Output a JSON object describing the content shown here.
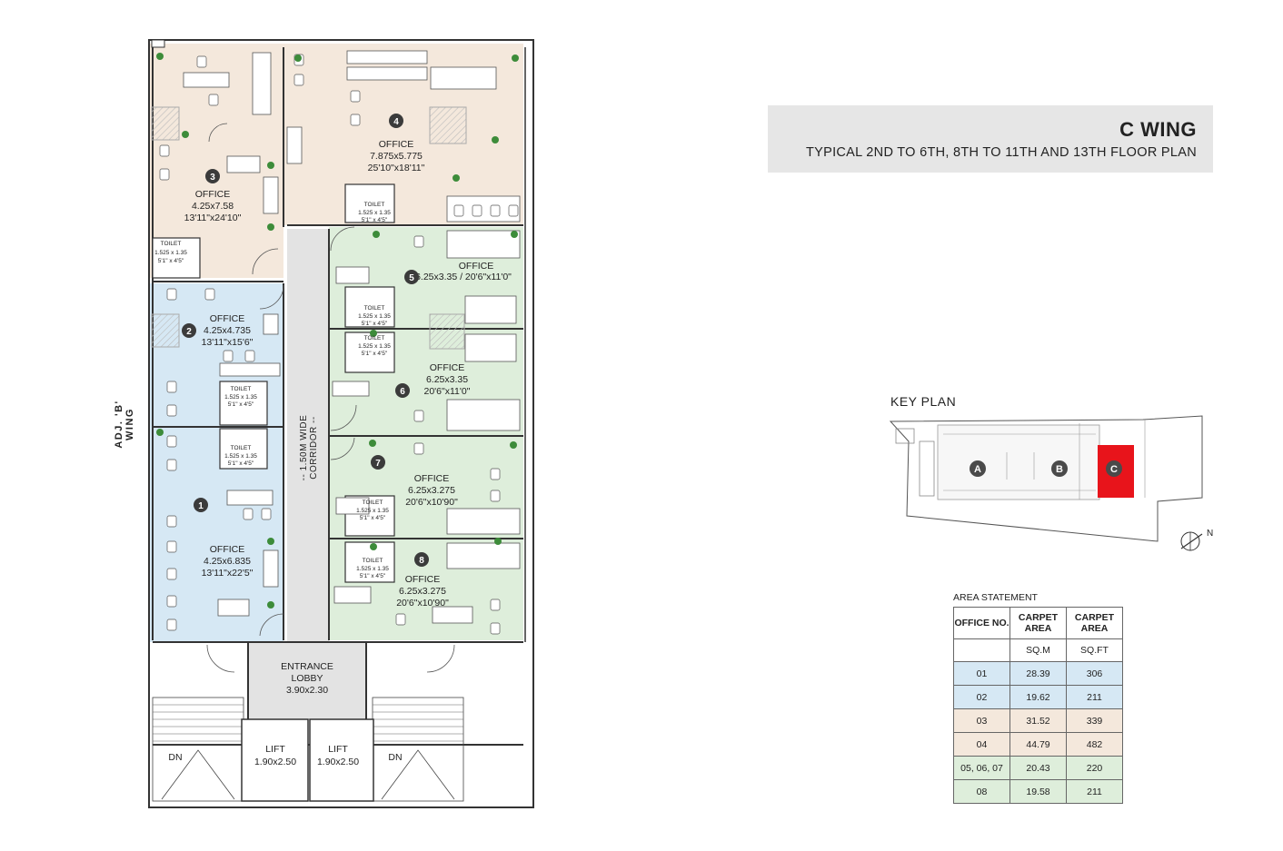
{
  "title": {
    "main": "C WING",
    "sub": "TYPICAL 2ND TO 6TH, 8TH TO 11TH AND 13TH FLOOR PLAN"
  },
  "side_label": "ADJ. 'B' WING",
  "corridor_label": "-- 1.50M WIDE CORRIDOR --",
  "colors": {
    "blue": "#d6e8f4",
    "beige": "#f4e8dc",
    "green": "#deeedb",
    "corridor": "#e3e3e3",
    "highlight": "#e8141b",
    "badge": "#3b3b3b"
  },
  "offices": [
    {
      "num": "1",
      "label": "OFFICE",
      "dims": "4.25x6.835",
      "imperial": "13'11\"x22'5\""
    },
    {
      "num": "2",
      "label": "OFFICE",
      "dims": "4.25x4.735",
      "imperial": "13'11\"x15'6\""
    },
    {
      "num": "3",
      "label": "OFFICE",
      "dims": "4.25x7.58",
      "imperial": "13'11\"x24'10\""
    },
    {
      "num": "4",
      "label": "OFFICE",
      "dims": "7.875x5.775",
      "imperial": "25'10\"x18'11\""
    },
    {
      "num": "5",
      "label": "OFFICE",
      "dims": "6.25x3.35 / 20'6\"x11'0\"",
      "imperial": ""
    },
    {
      "num": "6",
      "label": "OFFICE",
      "dims": "6.25x3.35",
      "imperial": "20'6\"x11'0\""
    },
    {
      "num": "7",
      "label": "OFFICE",
      "dims": "6.25x3.275",
      "imperial": "20'6\"x10'90\""
    },
    {
      "num": "8",
      "label": "OFFICE",
      "dims": "6.25x3.275",
      "imperial": "20'6\"x10'90\""
    }
  ],
  "toilet": {
    "label": "TOILET",
    "dims": "1.525 x 1.35",
    "imperial": "5'1\" x 4'5\""
  },
  "lobby": {
    "label1": "ENTRANCE",
    "label2": "LOBBY",
    "dims": "3.90x2.30"
  },
  "lifts": [
    {
      "label": "LIFT",
      "dims": "1.90x2.50"
    },
    {
      "label": "LIFT",
      "dims": "1.90x2.50"
    }
  ],
  "stairs": [
    {
      "label": "DN"
    },
    {
      "label": "DN"
    }
  ],
  "key_plan": {
    "label": "KEY PLAN",
    "wings": [
      "A",
      "B",
      "C"
    ],
    "north": "N"
  },
  "area_statement": {
    "title": "AREA STATEMENT",
    "headers": [
      "OFFICE NO.",
      "CARPET AREA",
      "CARPET AREA"
    ],
    "units": [
      "",
      "SQ.M",
      "SQ.FT"
    ],
    "rows": [
      {
        "office": "01",
        "sqm": "28.39",
        "sqft": "306",
        "color": "blue"
      },
      {
        "office": "02",
        "sqm": "19.62",
        "sqft": "211",
        "color": "blue"
      },
      {
        "office": "03",
        "sqm": "31.52",
        "sqft": "339",
        "color": "beige"
      },
      {
        "office": "04",
        "sqm": "44.79",
        "sqft": "482",
        "color": "beige"
      },
      {
        "office": "05, 06, 07",
        "sqm": "20.43",
        "sqft": "220",
        "color": "green"
      },
      {
        "office": "08",
        "sqm": "19.58",
        "sqft": "211",
        "color": "green"
      }
    ]
  }
}
